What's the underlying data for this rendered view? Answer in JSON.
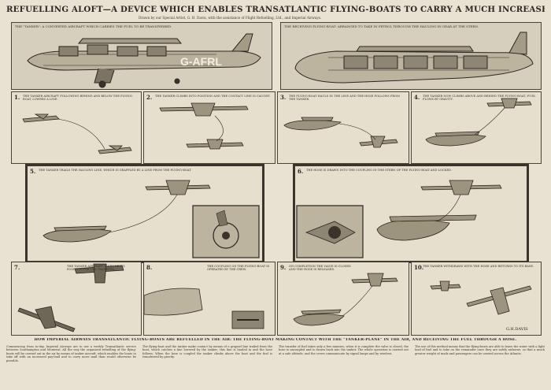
{
  "headline": "REFUELLING ALOFT—A DEVICE WHICH ENABLES TRANSATLANTIC FLYING-BOATS TO CARRY A MUCH INCREASED PAY-LOAD.",
  "credit": "Drawn by our Special Artist, G. H. Davis, with the assistance of Flight Refuelling, Ltd., and Imperial Airways.",
  "top_left": {
    "title": "THE \"TANKER\": A CONVERTED AIRCRAFT WHICH CARRIES THE FUEL TO BE TRANSFERRED.",
    "registration": "G-AFRL"
  },
  "top_right": {
    "title": "THE RECEIVING FLYING-BOAT: ARRANGED TO TAKE IN PETROL THROUGH THE HAULING-IN GEAR AT THE STERN."
  },
  "panels": [
    {
      "num": "1.",
      "text": "THE TANKER AIRCRAFT FOLLOWING BEHIND AND BELOW THE FLYING-BOAT, LOWERS A LINE."
    },
    {
      "num": "2.",
      "text": "THE TANKER CLIMBS INTO POSITION AND THE CONTACT LINE IS CAUGHT."
    },
    {
      "num": "3.",
      "text": "THE FLYING-BOAT HAULS IN THE LINE AND THE HOSE FOLLOWS FROM THE TANKER."
    },
    {
      "num": "4.",
      "text": "THE TANKER NOW CLIMBS ABOVE AND BEHIND THE FLYING-BOAT; FUEL FLOWS BY GRAVITY."
    },
    {
      "num": "5.",
      "text": "THE TANKER TRAILS THE HAULING LINE, WHICH IS GRAPPLED BY A LINE FROM THE FLYING-BOAT."
    },
    {
      "num": "6.",
      "text": "THE HOSE IS DRAWN INTO THE COUPLING IN THE STERN OF THE FLYING-BOAT AND LOCKED."
    },
    {
      "num": "7.",
      "text": "THE TANKER AIRCRAFT TAKES UP ITS POSITION FOR THE TRANSFER."
    },
    {
      "num": "8.",
      "text": "THE COUPLING ON THE FLYING-BOAT IS OPERATED BY THE CREW."
    },
    {
      "num": "9.",
      "text": "ON COMPLETION THE VALVE IS CLOSED AND THE HOSE IS RELEASED."
    },
    {
      "num": "10.",
      "text": "THE TANKER WITHDRAWS WITH THE HOSE AND RETURNS TO ITS BASE."
    }
  ],
  "caption": "HOW IMPERIAL AIRWAYS TRANSATLANTIC FLYING-BOATS ARE REFUELLED IN THE AIR: THE FLYING-BOAT MAKING CONTACT WITH THE \"TANKER-PLANE\" IN THE AIR, AND RECEIVING THE FUEL THROUGH A HOSE.",
  "body": [
    "Commencing from to-day, Imperial Airways are to use a weekly Transatlantic service between Southampton and Montreal. All the way the organised refuelling of the flying-boats will be carried out in the air by means of tanker aircraft, which enables the boats to take off with an increased pay-load and to carry more mail than would otherwise be possible.",
    "The flying-boat and the tanker make contact by means of a grapnel line trailed from the boat, which catches a line lowered by the tanker; this line is hauled in and the hose follows. When the hose is coupled the tanker climbs above the boat and the fuel is transferred by gravity.",
    "The transfer of fuel takes only a few minutes; when it is complete the valve is closed, the hose is uncoupled and is drawn back into the tanker. The whole operation is carried out at a safe altitude, and the crews communicate by signal lamps and by wireless.",
    "The use of this method means that the flying-boats are able to leave the water with a light load of fuel and to take on the remainder once they are safely airborne, so that a much greater weight of mails and passengers can be carried across the Atlantic."
  ],
  "signature": "G.H.DAVIS"
}
